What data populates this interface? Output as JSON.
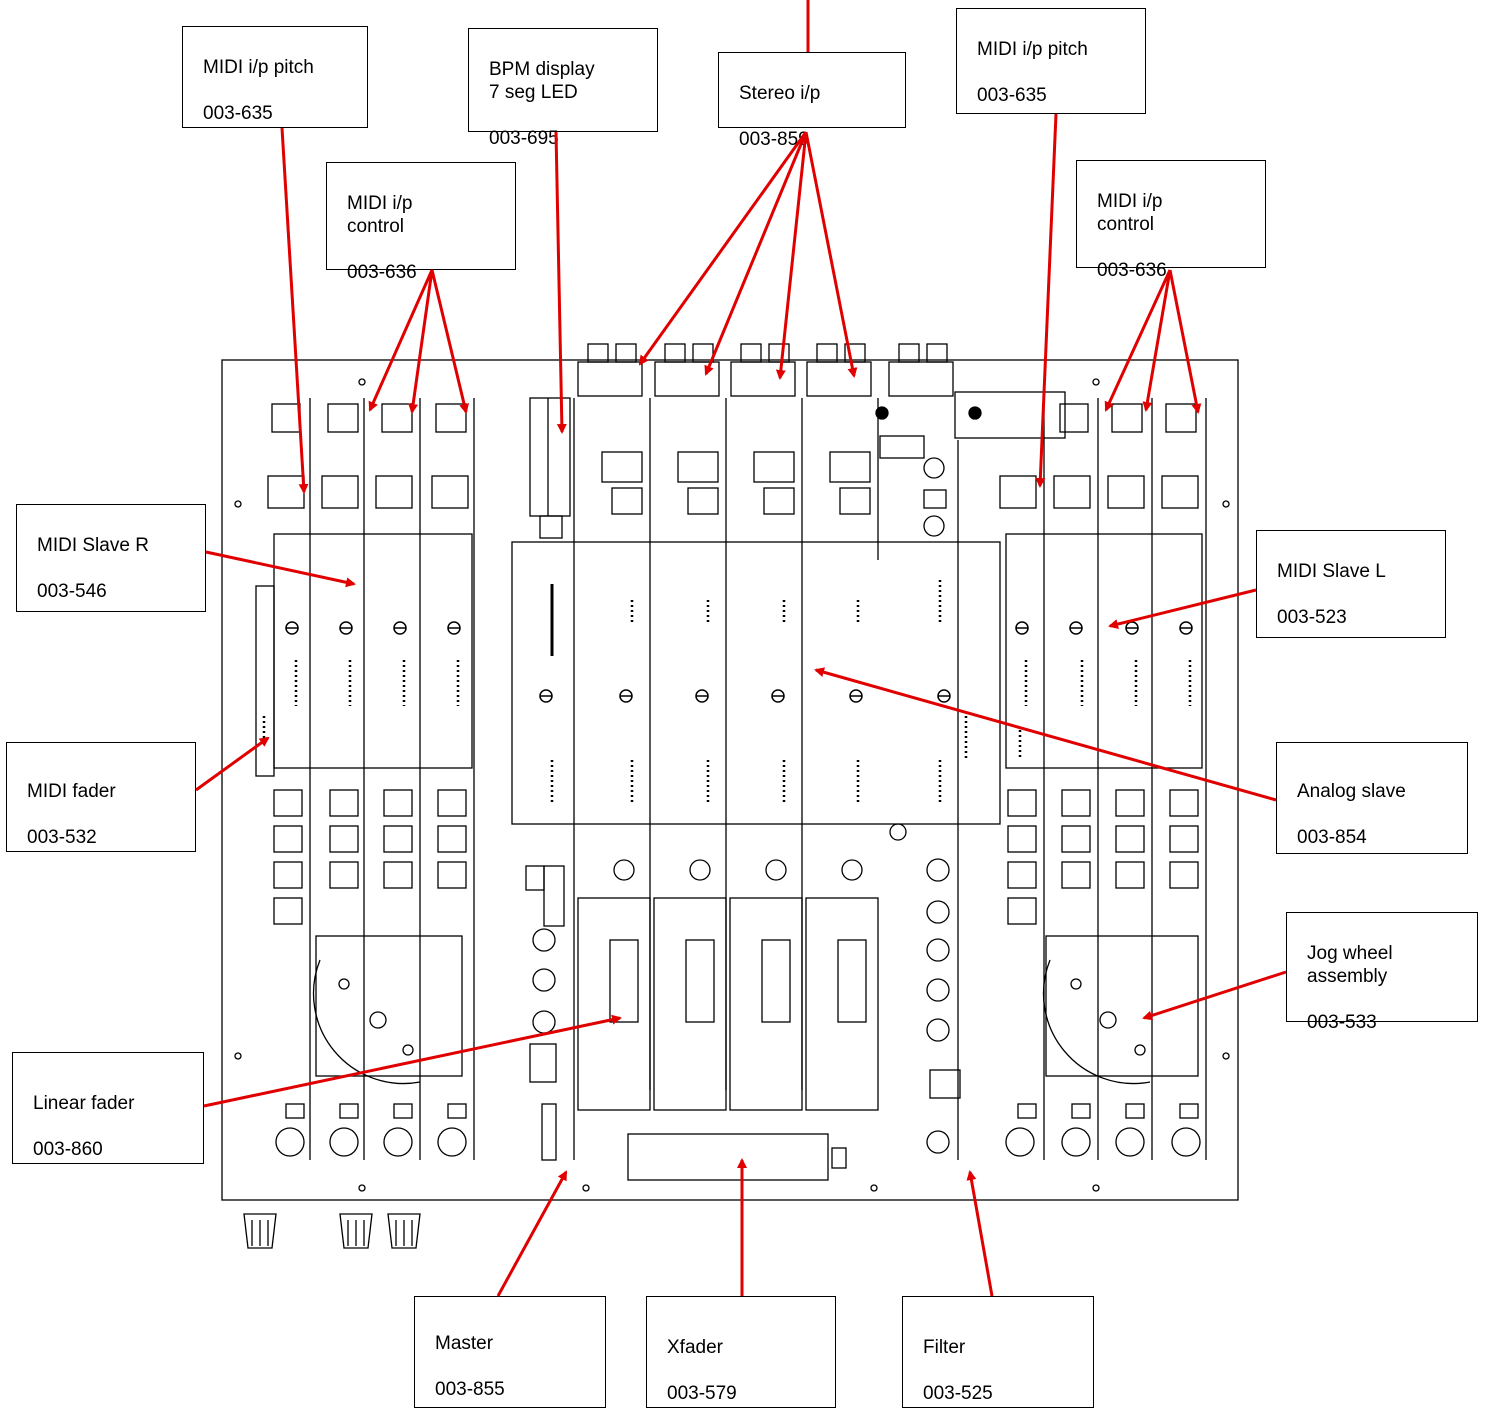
{
  "colors": {
    "arrow": "#e00000",
    "line": "#000000",
    "background": "#ffffff"
  },
  "labels": {
    "midi_pitch_r": {
      "title": "MIDI i/p pitch",
      "part": "003-635"
    },
    "bpm_display": {
      "title": "BPM display\n7 seg LED",
      "part": "003-695"
    },
    "stereo_ip": {
      "title": "Stereo i/p",
      "part": "003-859"
    },
    "midi_pitch_l": {
      "title": "MIDI i/p pitch",
      "part": "003-635"
    },
    "midi_control_r": {
      "title": "MIDI i/p\ncontrol",
      "part": "003-636"
    },
    "midi_control_l": {
      "title": "MIDI i/p\ncontrol",
      "part": "003-636"
    },
    "midi_slave_r": {
      "title": "MIDI Slave R",
      "part": "003-546"
    },
    "midi_slave_l": {
      "title": "MIDI Slave L",
      "part": "003-523"
    },
    "midi_fader": {
      "title": "MIDI fader",
      "part": "003-532"
    },
    "analog_slave": {
      "title": "Analog slave",
      "part": "003-854"
    },
    "jog_wheel": {
      "title": "Jog wheel\nassembly",
      "part": "003-533"
    },
    "linear_fader": {
      "title": "Linear fader",
      "part": "003-860"
    },
    "master": {
      "title": "Master",
      "part": "003-855"
    },
    "xfader": {
      "title": "Xfader",
      "part": "003-579"
    },
    "filter": {
      "title": "Filter",
      "part": "003-525"
    }
  }
}
